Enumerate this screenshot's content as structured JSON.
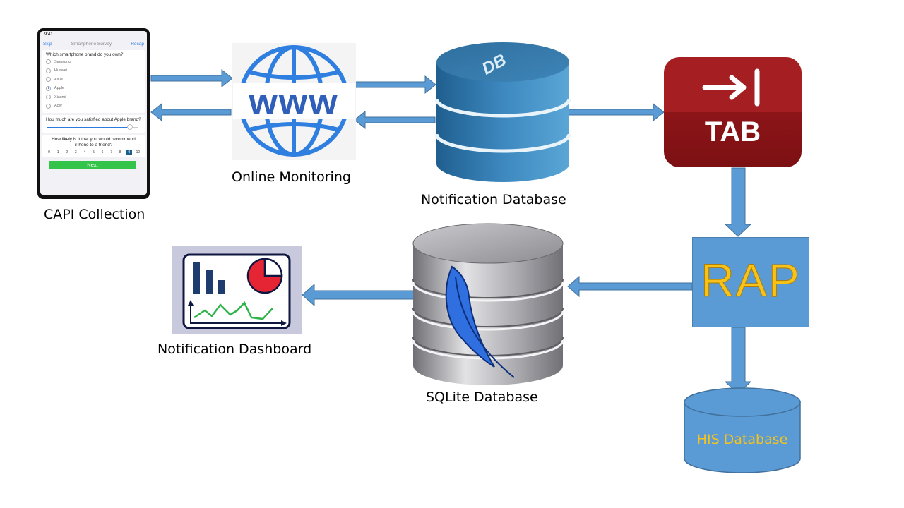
{
  "labels": {
    "capi": "CAPI Collection",
    "online": "Online Monitoring",
    "notification_db": "Notification Database",
    "sqlite": "SQLite Database",
    "dashboard": "Notification Dashboard",
    "his": "HIS Database"
  },
  "logos": {
    "www": "www",
    "db": "DB",
    "tab": "TAB",
    "rap": "RAP"
  },
  "phone": {
    "time": "9:41",
    "nav_left": "Skip",
    "nav_title": "Smartphone Survey",
    "nav_right": "Recap",
    "question1": "Which smartphone brand do you own?",
    "options": [
      "Samsung",
      "Huawei",
      "Asus",
      "Apple",
      "Xiaomi",
      "Acer"
    ],
    "selected_option": "Apple",
    "question2": "Hou much are you satisfied about Apple brand?",
    "slider_value": 0.85,
    "question3": "How likely is it that you would recommend iPhone to a friend?",
    "scale": [
      "0",
      "1",
      "2",
      "3",
      "4",
      "5",
      "6",
      "7",
      "8",
      "9",
      "10"
    ],
    "selected_scale": "9",
    "next_label": "Next"
  },
  "colors": {
    "arrow": "#5b9bd5",
    "arrow_stroke": "#41719c",
    "tab_red": "#a51e22",
    "rap_fill": "#5b9bd5",
    "rap_text": "#f7c21a",
    "www_blue": "#2f6ed8",
    "db_blue": "#3c7fae"
  },
  "icons": [
    "globe-icon",
    "database-icon",
    "tab-logo-icon",
    "sqlite-database-icon",
    "dashboard-icon",
    "his-database-icon"
  ]
}
